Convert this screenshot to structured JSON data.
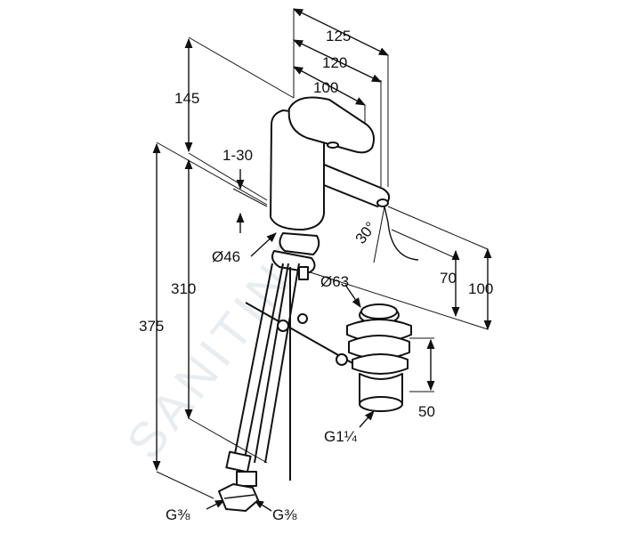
{
  "watermark": "SANITINO",
  "dimensions": {
    "width_125": "125",
    "width_120": "120",
    "width_100": "100",
    "height_145": "145",
    "adjust_1_30": "1-30",
    "angle_30": "30°",
    "dia_46": "Ø46",
    "dia_63": "Ø63",
    "height_70": "70",
    "height_100": "100",
    "height_310": "310",
    "height_375": "375",
    "waste_50": "50",
    "thread_waste": "G1¼",
    "thread_left": "G⅜",
    "thread_right": "G⅜"
  },
  "colors": {
    "line": "#111111",
    "watermark": "#cfd8e0"
  }
}
